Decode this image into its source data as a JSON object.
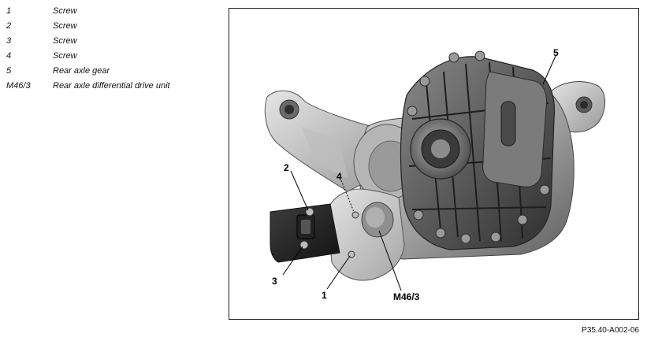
{
  "legend": [
    {
      "number": "1",
      "description": "Screw"
    },
    {
      "number": "2",
      "description": "Screw"
    },
    {
      "number": "3",
      "description": "Screw"
    },
    {
      "number": "4",
      "description": "Screw"
    },
    {
      "number": "5",
      "description": "Rear axle gear"
    },
    {
      "number": "M46/3",
      "description": "Rear axle differential drive unit"
    }
  ],
  "callouts": {
    "c1": "1",
    "c2": "2",
    "c3": "3",
    "c4": "4",
    "c5": "5",
    "m463": "M46/3"
  },
  "figure_code": "P35.40-A002-06"
}
